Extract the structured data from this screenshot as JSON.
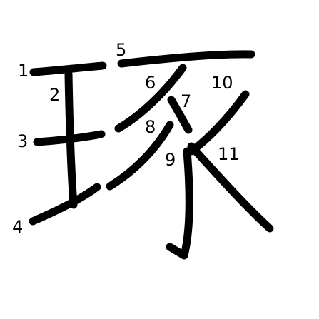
{
  "character": "琢",
  "colors": {
    "background": "#ffffff",
    "stroke": "#000000",
    "label": "#000000"
  },
  "stroke_labels": [
    "1",
    "2",
    "3",
    "4",
    "5",
    "6",
    "7",
    "8",
    "9",
    "10",
    "11"
  ]
}
